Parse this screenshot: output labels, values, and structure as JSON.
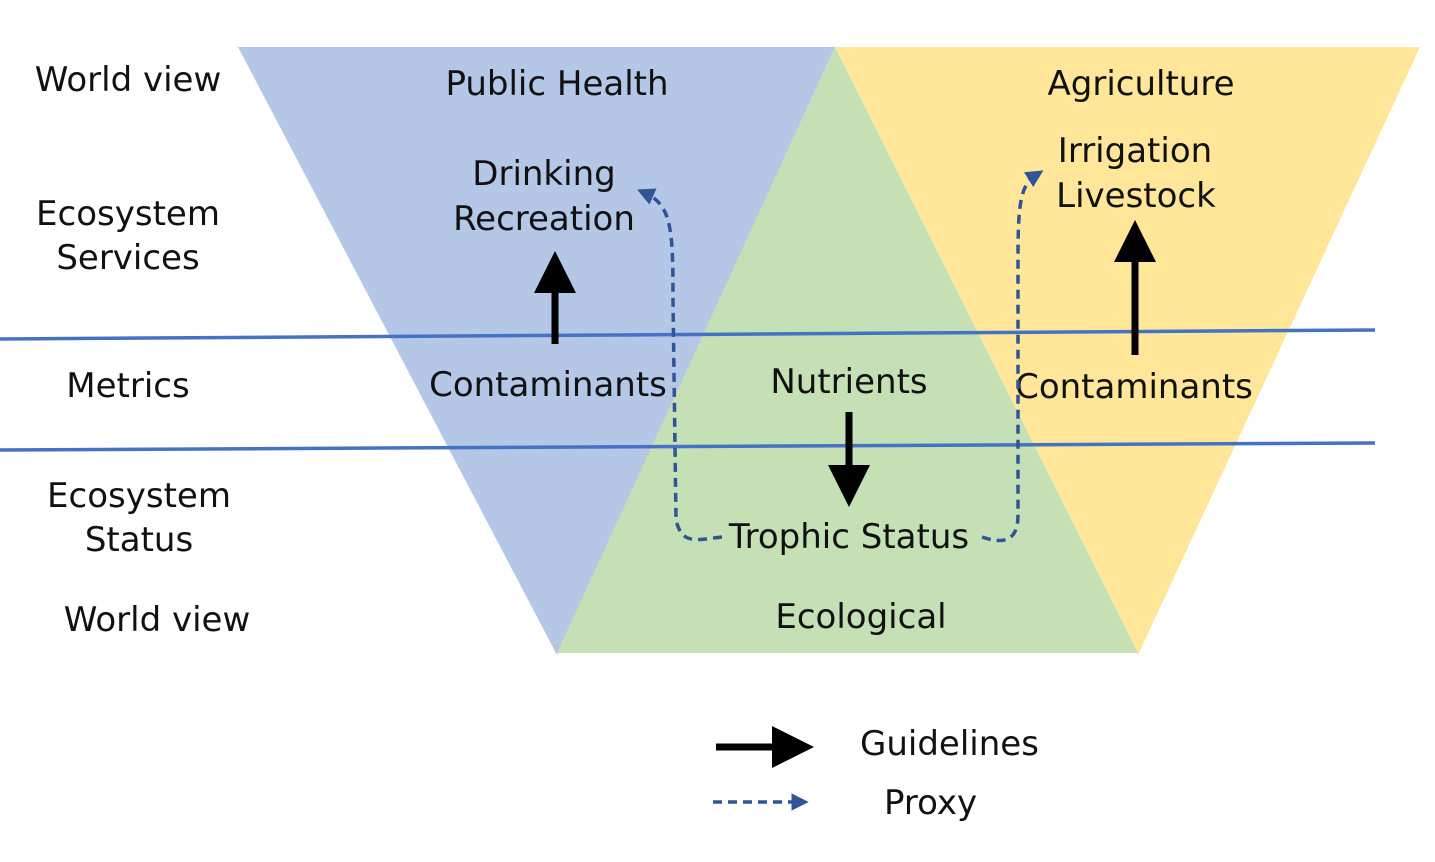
{
  "row_labels": {
    "world_view_top": "World view",
    "ecosystem_services_line1": "Ecosystem",
    "ecosystem_services_line2": "Services",
    "metrics": "Metrics",
    "ecosystem_status_line1": "Ecosystem",
    "ecosystem_status_line2": "Status",
    "world_view_bottom": "World view"
  },
  "triangles": {
    "public_health": {
      "title": "Public Health",
      "services_line1": "Drinking",
      "services_line2": "Recreation",
      "metric": "Contaminants",
      "color": "#b4c7e7"
    },
    "agriculture": {
      "title": "Agriculture",
      "services_line1": "Irrigation",
      "services_line2": "Livestock",
      "metric": "Contaminants",
      "color": "#ffe699"
    },
    "ecological": {
      "title": "Ecological",
      "metric": "Nutrients",
      "status": "Trophic Status",
      "color": "#c5e0b4"
    }
  },
  "colors": {
    "divider_line": "#4472c4",
    "guideline_arrow": "#000000",
    "proxy_arrow": "#2f5597"
  },
  "legend": {
    "guidelines": "Guidelines",
    "proxy": "Proxy"
  }
}
